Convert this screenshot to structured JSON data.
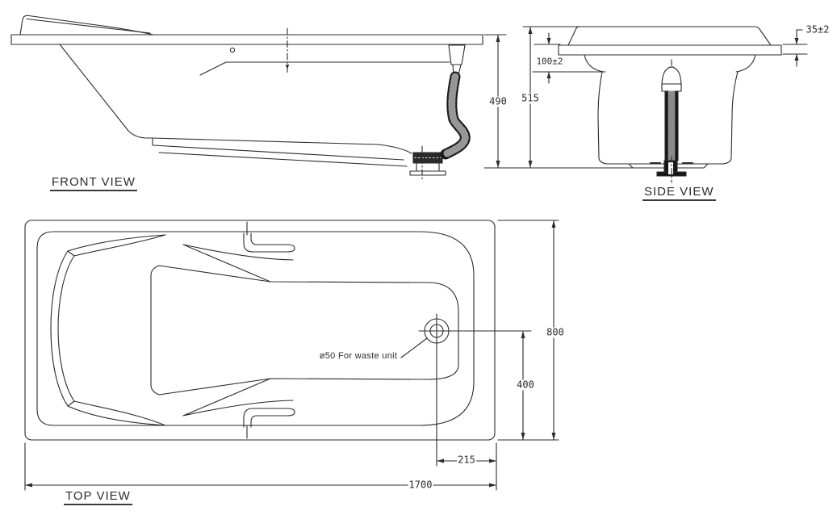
{
  "page": {
    "background": "#ffffff",
    "line_color": "#2b2b2b"
  },
  "views": {
    "front": {
      "label": "FRONT VIEW"
    },
    "side": {
      "label": "SIDE VIEW"
    },
    "top": {
      "label": "TOP VIEW"
    }
  },
  "dimensions": {
    "front_overall_height": "490",
    "side_overall_height": "515",
    "side_rim_to_ledge": "100±2",
    "side_rim_thickness": "35±2",
    "top_overall_width": "800",
    "top_drain_to_bottom_edge": "400",
    "top_drain_to_right_end": "215",
    "top_overall_length": "1700"
  },
  "annotations": {
    "drain_note": "ø50 For waste unit"
  }
}
